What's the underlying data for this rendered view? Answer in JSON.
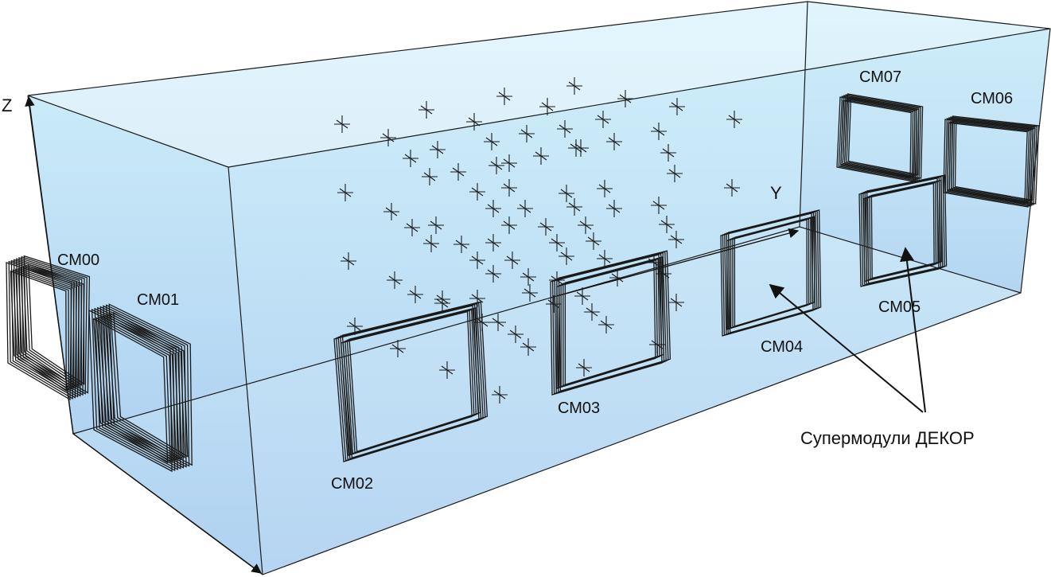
{
  "axes": {
    "z_label": "Z",
    "y_label": "Y"
  },
  "modules": [
    {
      "id": "cm00",
      "label": "СМ00"
    },
    {
      "id": "cm01",
      "label": "СМ01"
    },
    {
      "id": "cm02",
      "label": "СМ02"
    },
    {
      "id": "cm03",
      "label": "СМ03"
    },
    {
      "id": "cm04",
      "label": "СМ04"
    },
    {
      "id": "cm05",
      "label": "СМ05"
    },
    {
      "id": "cm06",
      "label": "СМ06"
    },
    {
      "id": "cm07",
      "label": "СМ07"
    }
  ],
  "annotation": {
    "text": "Супермодули ДЕКОР"
  },
  "colors": {
    "box_fill_top": "#cdeefa",
    "box_fill_bottom": "#a9cdef",
    "line": "#1a1a1a"
  }
}
